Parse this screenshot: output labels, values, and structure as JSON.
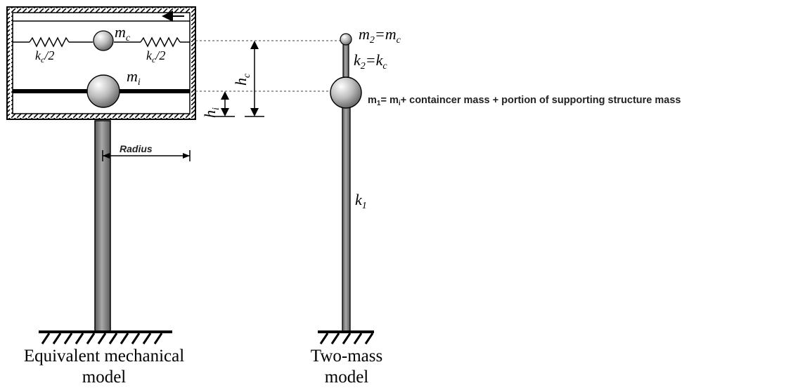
{
  "left_model": {
    "label_mc": "m",
    "label_mc_sub": "c",
    "label_mi": "m",
    "label_mi_sub": "i",
    "spring_left_k": "k",
    "spring_left_sub": "c",
    "spring_left_tail": "/2",
    "spring_right_k": "k",
    "spring_right_sub": "c",
    "spring_right_tail": "/2",
    "hc_h": "h",
    "hc_sub": "c",
    "hi_h": "h",
    "hi_sub": "i",
    "radius_label": "Radius",
    "caption_line1": "Equivalent mechanical",
    "caption_line2": "model"
  },
  "right_model": {
    "m2_label": "m",
    "m2_sub": "2",
    "m2_eq": "=m",
    "m2_eq_sub": "c",
    "k2_label": "k",
    "k2_sub": "2",
    "k2_eq": "=k",
    "k2_eq_sub": "c",
    "m1_label": "m",
    "m1_sub": "1",
    "m1_eq": "= m",
    "m1_eq_sub": "i",
    "m1_rest": "+ containcer mass + portion of supporting structure mass",
    "k1_label": "k",
    "k1_sub": "1",
    "caption_line1": "Two-mass",
    "caption_line2": "model"
  },
  "colors": {
    "stroke": "#000000",
    "column": "#8c8c8c",
    "column_edge": "#3a3a3a",
    "dotted": "#666666"
  }
}
